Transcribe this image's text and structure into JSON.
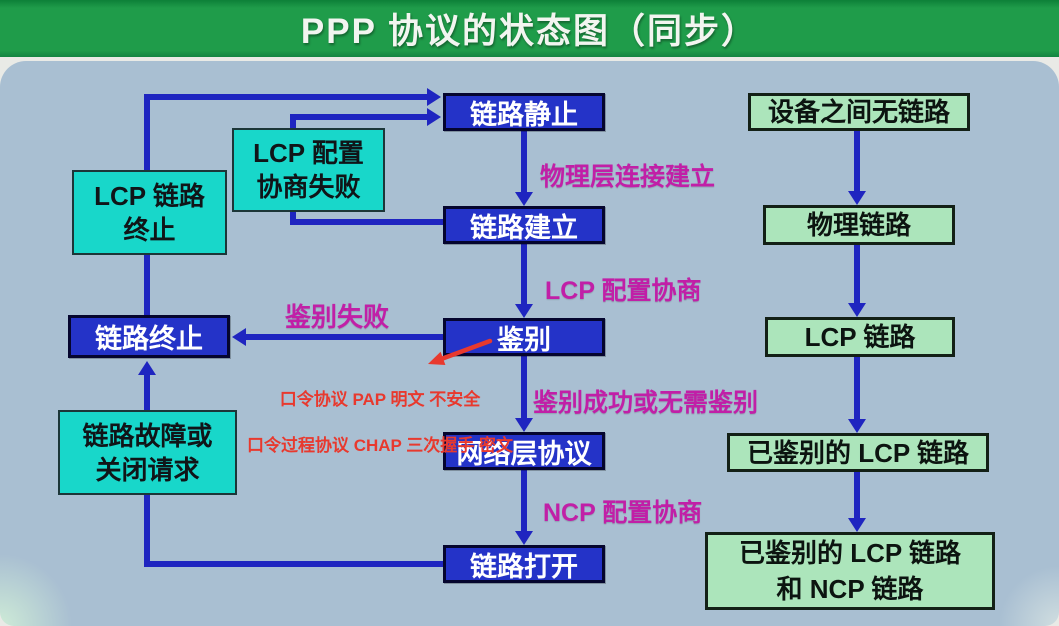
{
  "title": "PPP 协议的状态图（同步）",
  "colors": {
    "header-green": "#1f9c4a",
    "page-bg": "#e9eae6",
    "body-bg": "#a9bfd2",
    "state-fill": "#2433c8",
    "state-text": "#ffffff",
    "action-fill": "#18d7ca",
    "result-fill": "#ace5bb",
    "arrow-blue": "#1f25c0",
    "label-magenta": "#c11fa7",
    "note-red": "#e8392e"
  },
  "diagram": {
    "middle_states": [
      "链路静止",
      "链路建立",
      "鉴别",
      "网络层协议",
      "链路打开"
    ],
    "left_boxes": {
      "lcp_link_terminate": "LCP 链路\n终止",
      "lcp_config_fail": "LCP 配置\n协商失败",
      "link_terminate": "链路终止",
      "link_fault": "链路故障或\n关闭请求"
    },
    "right_results": [
      "设备之间无链路",
      "物理链路",
      "LCP 链路",
      "已鉴别的 LCP 链路",
      "已鉴别的 LCP 链路\n和 NCP 链路"
    ],
    "transition_labels": {
      "physical_connect": "物理层连接建立",
      "lcp_negotiation": "LCP 配置协商",
      "auth_fail": "鉴别失败",
      "auth_success": "鉴别成功或无需鉴别",
      "ncp_negotiation": "NCP 配置协商"
    },
    "annotation": {
      "line1": "口令协议 PAP 明文 不安全",
      "line2": "口令过程协议 CHAP 三次握手 密文"
    }
  }
}
